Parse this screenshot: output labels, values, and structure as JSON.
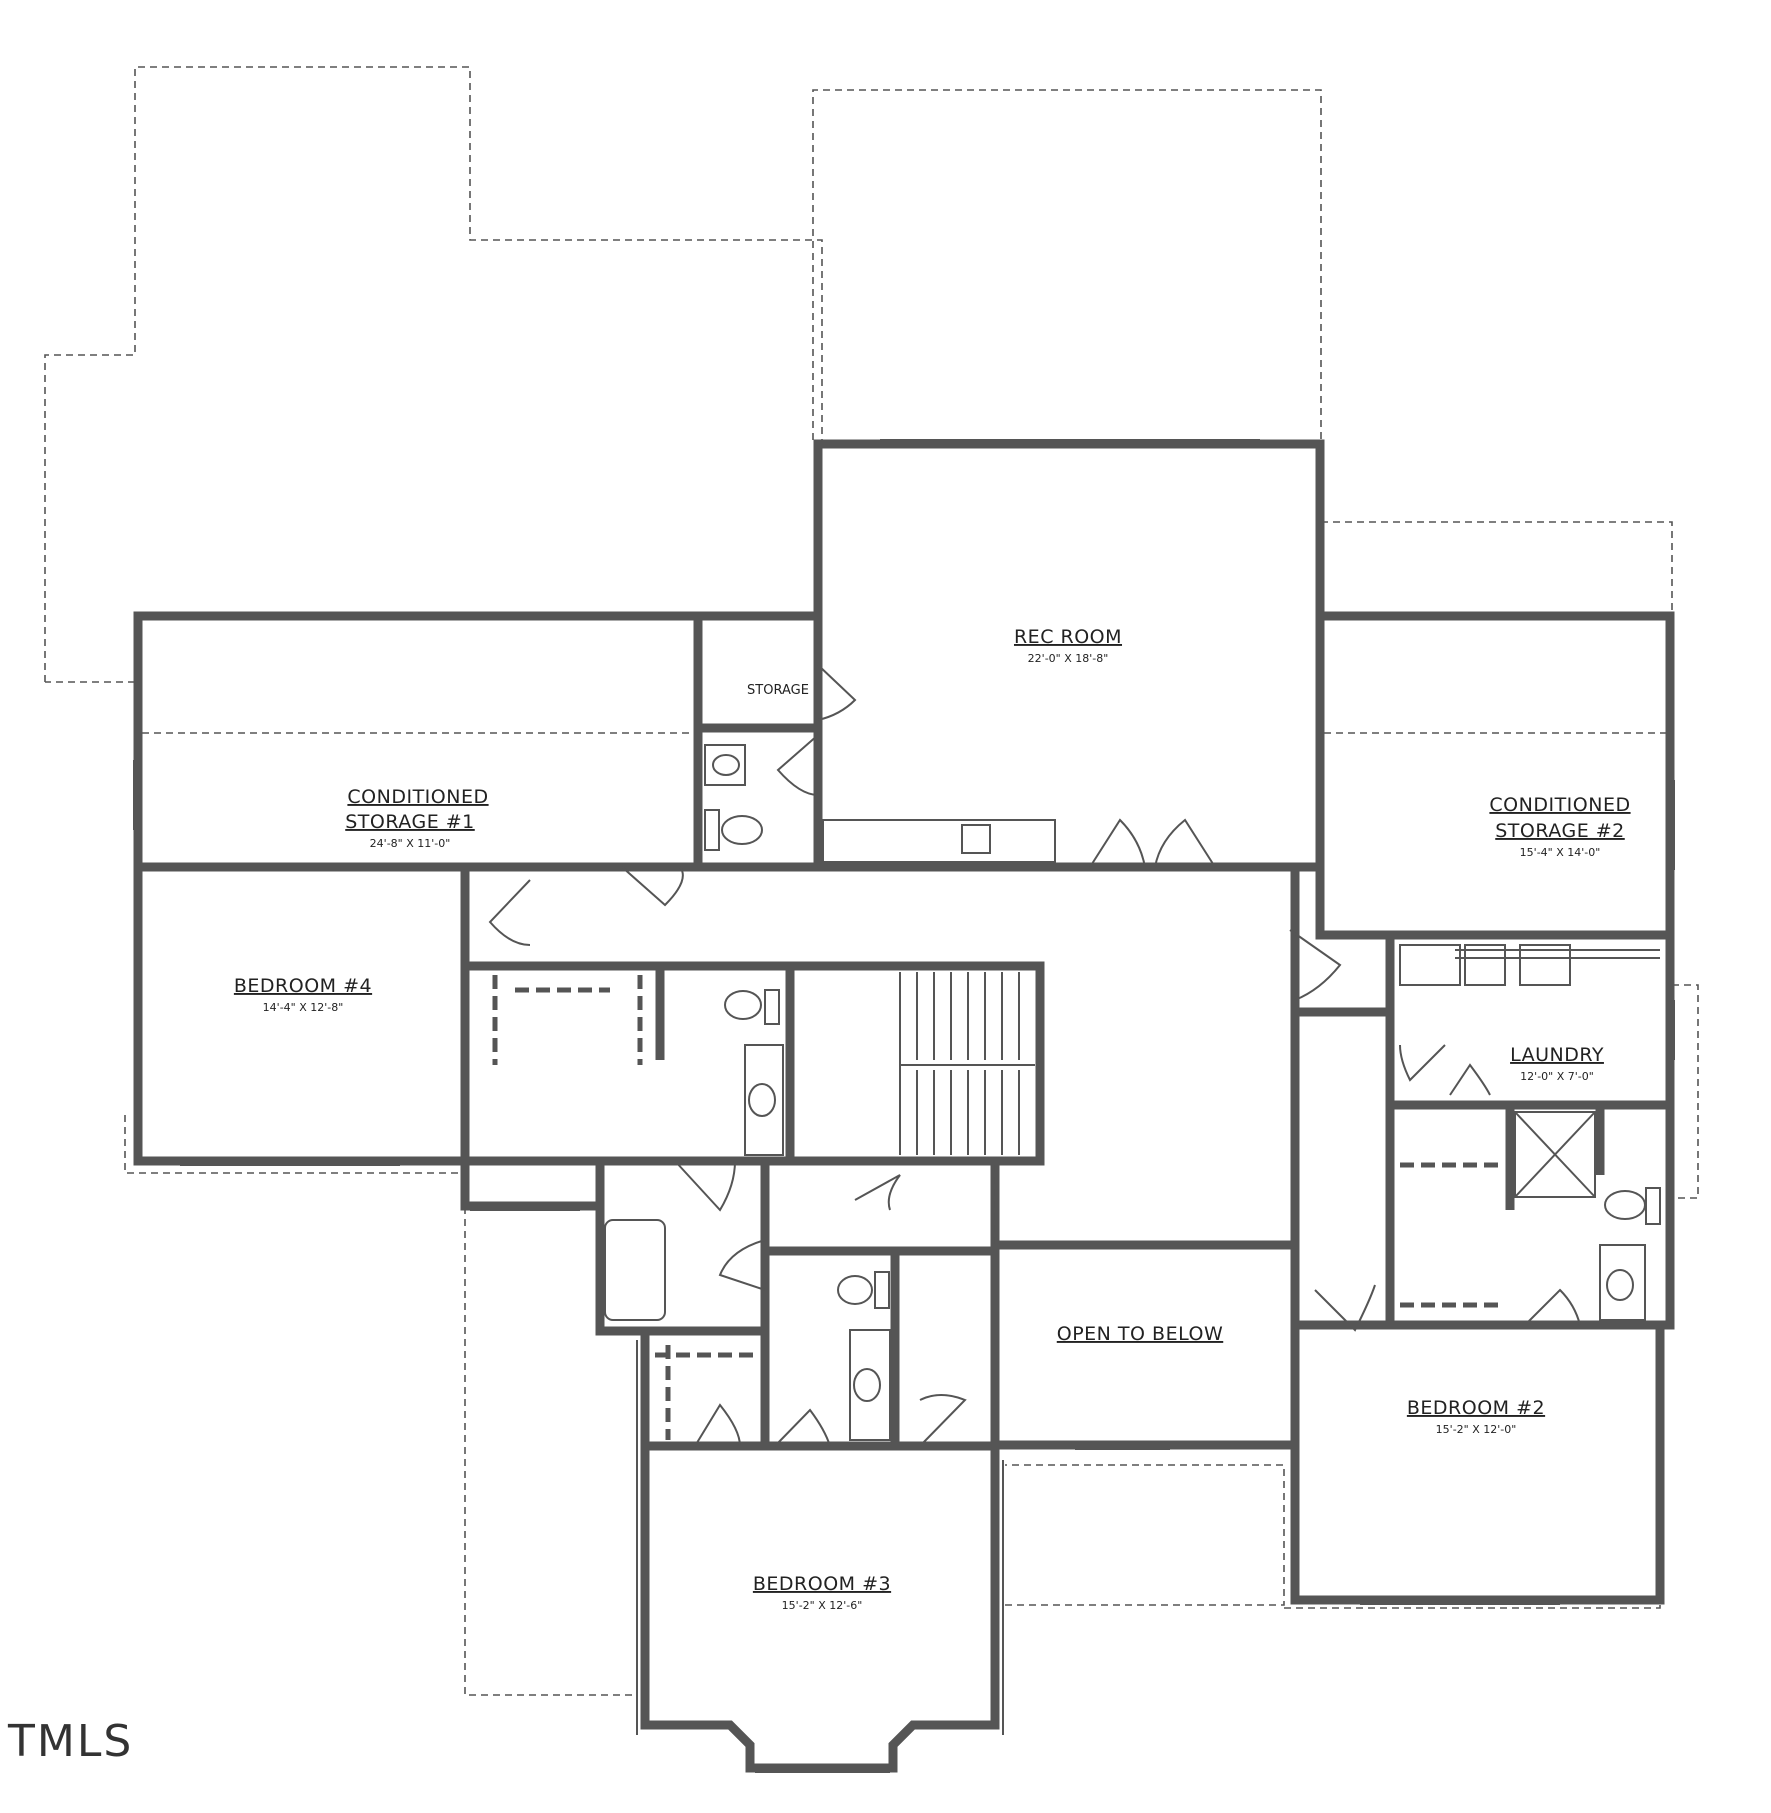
{
  "rooms": {
    "rec_room": {
      "name": "REC ROOM",
      "dims": "22'-0\" X 18'-8\""
    },
    "storage": {
      "name": "STORAGE"
    },
    "cond_storage_1": {
      "name_line1": "CONDITIONED",
      "name_line2": "STORAGE #1",
      "dims": "24'-8\" X 11'-0\""
    },
    "cond_storage_2": {
      "name_line1": "CONDITIONED",
      "name_line2": "STORAGE #2",
      "dims": "15'-4\" X 14'-0\""
    },
    "bedroom_4": {
      "name": "BEDROOM #4",
      "dims": "14'-4\" X 12'-8\""
    },
    "laundry": {
      "name": "LAUNDRY",
      "dims": "12'-0\" X 7'-0\""
    },
    "open_to_below": {
      "name": "OPEN TO BELOW"
    },
    "bedroom_2": {
      "name": "BEDROOM #2",
      "dims": "15'-2\" X 12'-0\""
    },
    "bedroom_3": {
      "name": "BEDROOM #3",
      "dims": "15'-2\" X 12'-6\""
    }
  },
  "watermark": {
    "text": "TMLS"
  }
}
